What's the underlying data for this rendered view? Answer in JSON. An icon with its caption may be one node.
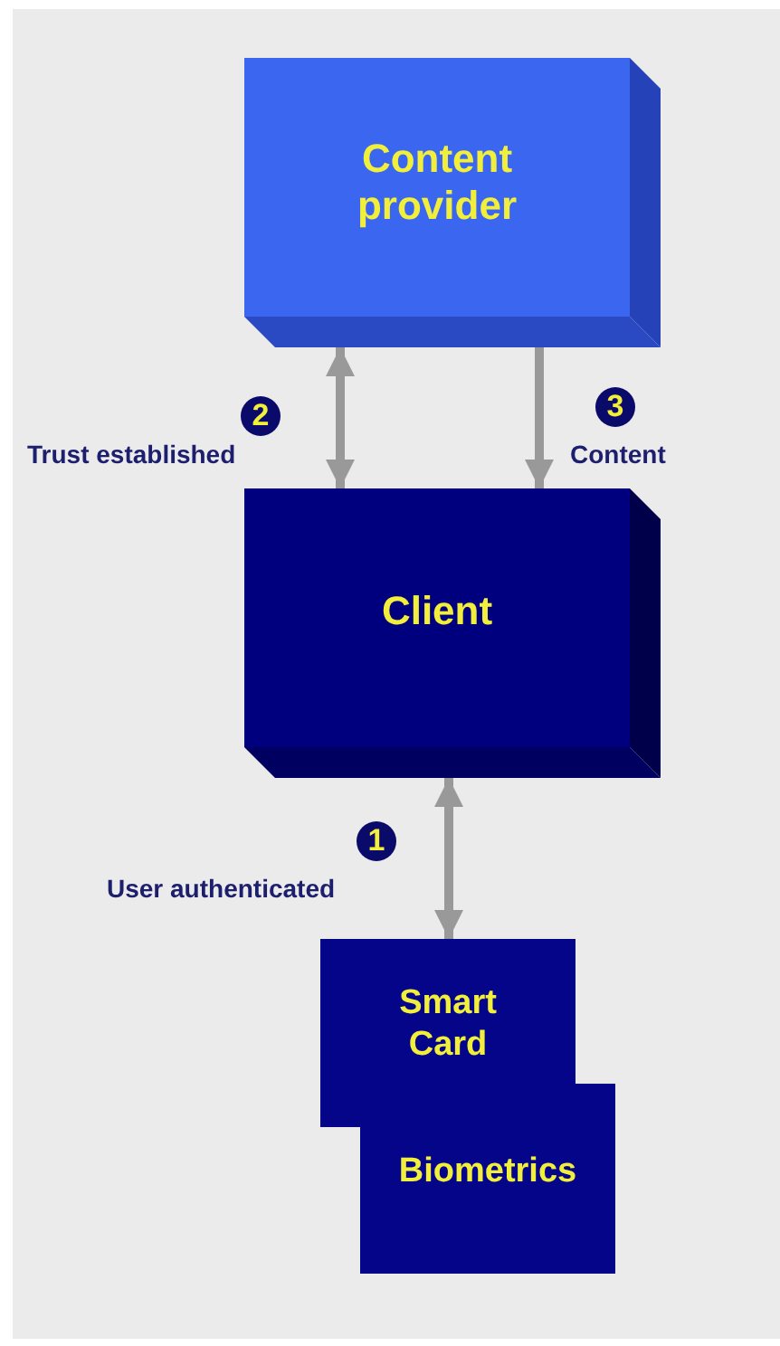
{
  "diagram": {
    "nodes": [
      {
        "text": [
          "Content provider"
        ]
      },
      {
        "text": [
          "Client"
        ]
      },
      {
        "text": [
          "Smart Card"
        ]
      },
      {
        "text": [
          "Biometrics"
        ]
      }
    ],
    "edges": [
      {
        "from": 0,
        "to": 1,
        "arrow": "both",
        "label": "Trust established"
      },
      {
        "from": 0,
        "to": 1,
        "arrow": "to",
        "label": "Content"
      },
      {
        "from": 1,
        "to": 2,
        "arrow": "both",
        "label": "User authenticated"
      }
    ],
    "labels": [
      "2",
      "3",
      "1"
    ]
  }
}
